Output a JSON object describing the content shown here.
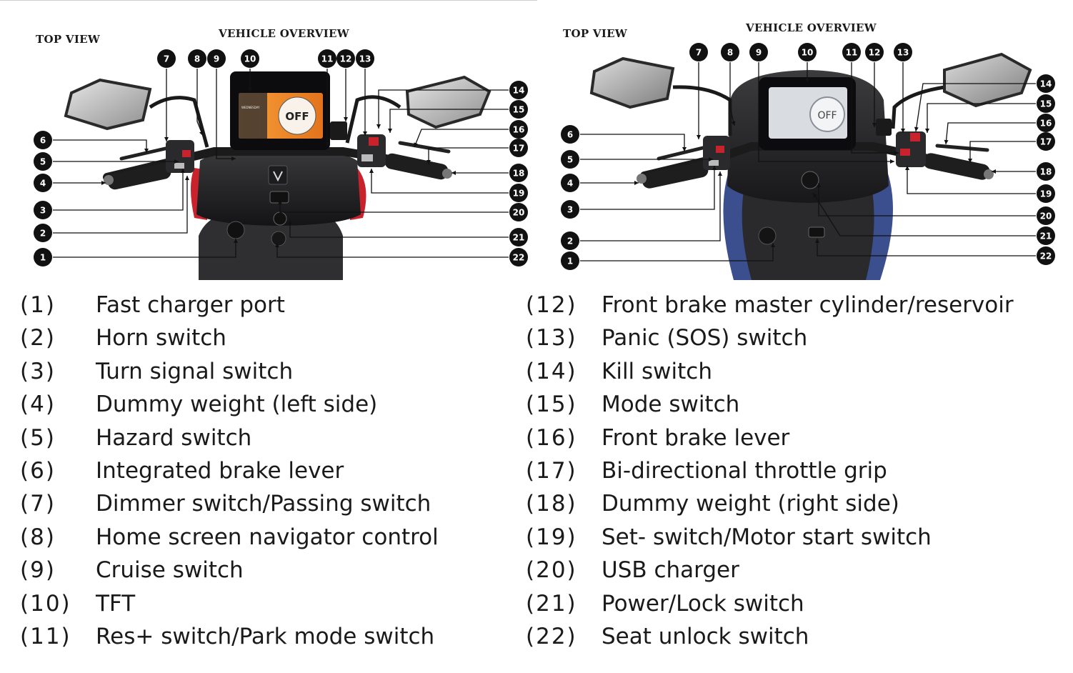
{
  "left_panel": {
    "top_view": "TOP VIEW",
    "title": "VEHICLE OVERVIEW",
    "display": {
      "status": "OFF",
      "day": "WEDNESDAY"
    }
  },
  "right_panel": {
    "top_view": "TOP VIEW",
    "title": "VEHICLE OVERVIEW",
    "display": {
      "status": "OFF"
    }
  },
  "callout_numbers": [
    "1",
    "2",
    "3",
    "4",
    "5",
    "6",
    "7",
    "8",
    "9",
    "10",
    "11",
    "12",
    "13",
    "14",
    "15",
    "16",
    "17",
    "18",
    "19",
    "20",
    "21",
    "22"
  ],
  "legend_left": [
    {
      "num": "(1)",
      "text": "Fast charger port"
    },
    {
      "num": "(2)",
      "text": "Horn switch"
    },
    {
      "num": "(3)",
      "text": "Turn signal switch"
    },
    {
      "num": "(4)",
      "text": "Dummy weight (left side)"
    },
    {
      "num": "(5)",
      "text": "Hazard switch"
    },
    {
      "num": "(6)",
      "text": "Integrated brake lever"
    },
    {
      "num": "(7)",
      "text": "Dimmer switch/Passing switch"
    },
    {
      "num": "(8)",
      "text": "Home screen navigator control"
    },
    {
      "num": "(9)",
      "text": "Cruise switch"
    },
    {
      "num": "(10)",
      "text": "TFT"
    },
    {
      "num": "(11)",
      "text": "Res+ switch/Park mode switch"
    }
  ],
  "legend_right": [
    {
      "num": "(12)",
      "text": "Front brake master cylinder/reservoir"
    },
    {
      "num": "(13)",
      "text": "Panic (SOS) switch"
    },
    {
      "num": "(14)",
      "text": "Kill switch"
    },
    {
      "num": "(15)",
      "text": "Mode switch"
    },
    {
      "num": "(16)",
      "text": "Front brake lever"
    },
    {
      "num": "(17)",
      "text": "Bi-directional throttle grip"
    },
    {
      "num": "(18)",
      "text": "Dummy weight (right side)"
    },
    {
      "num": "(19)",
      "text": "Set- switch/Motor start switch"
    },
    {
      "num": "(20)",
      "text": "USB charger"
    },
    {
      "num": "(21)",
      "text": "Power/Lock switch"
    },
    {
      "num": "(22)",
      "text": "Seat unlock switch"
    }
  ],
  "colors": {
    "callout_fill": "#111111",
    "screen_orange": "#f08a2a",
    "body_red": "#c8232c",
    "body_blue": "#3b4f8f",
    "plastic_dark": "#2a2a2c"
  }
}
